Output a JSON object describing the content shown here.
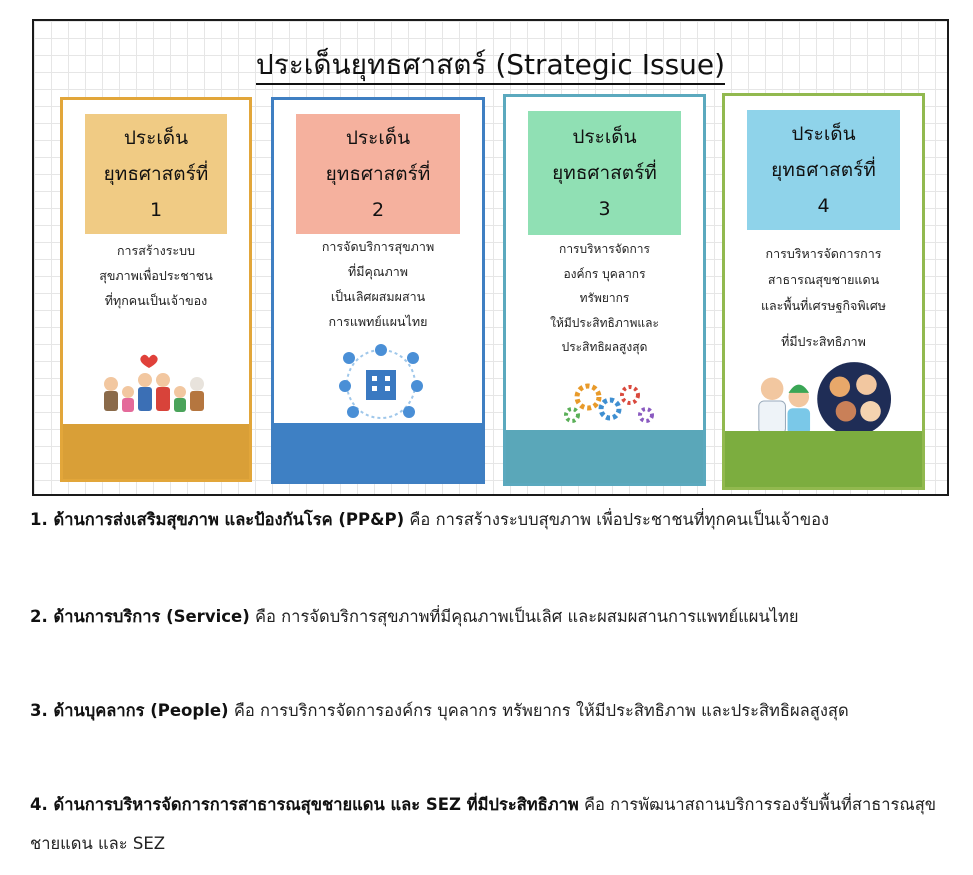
{
  "banner": {
    "title": "ประเด็นยุทธศาสตร์ (Strategic Issue)",
    "cards": [
      {
        "line1": "ประเด็น",
        "line2": "ยุทธศาสตร์ที่",
        "number": "1",
        "desc": [
          "การสร้างระบบ",
          "สุขภาพเพื่อประชาชน",
          "ที่ทุกคนเป็นเจ้าของ"
        ],
        "illustration": "family-icon"
      },
      {
        "line1": "ประเด็น",
        "line2": "ยุทธศาสตร์ที่",
        "number": "2",
        "desc": [
          "การจัดบริการสุขภาพ",
          "ที่มีคุณภาพ",
          "เป็นเลิศผสมผสาน",
          "การแพทย์แผนไทย"
        ],
        "illustration": "hospital-network-icon"
      },
      {
        "line1": "ประเด็น",
        "line2": "ยุทธศาสตร์ที่",
        "number": "3",
        "desc": [
          "การบริหารจัดการ",
          "องค์กร บุคลากร",
          "ทรัพยากร",
          "ให้มีประสิทธิภาพและ",
          "ประสิทธิผลสูงสุด"
        ],
        "illustration": "gears-icon"
      },
      {
        "line1": "ประเด็น",
        "line2": "ยุทธศาสตร์ที่",
        "number": "4",
        "desc": [
          "การบริหารจัดการการ",
          "สาธารณสุขชายแดน",
          "และพื้นที่เศรษฐกิจพิเศษ",
          "",
          "ที่มีประสิทธิภาพ"
        ],
        "illustration": "people-diversity-icon"
      }
    ],
    "colors": {
      "card1": "#e2a63a",
      "card2": "#3f7fc2",
      "card3": "#5ba9be",
      "card4": "#92b94f"
    }
  },
  "paragraphs": [
    {
      "bold": "1. ด้านการส่งเสริมสุขภาพ และป้องกันโรค (PP&P)",
      "rest": " คือ การสร้างระบบสุขภาพ เพื่อประชาชนที่ทุกคนเป็นเจ้าของ"
    },
    {
      "bold": "2. ด้านการบริการ (Service)",
      "rest": " คือ การจัดบริการสุขภาพที่มีคุณภาพเป็นเลิศ และผสมผสานการแพทย์แผนไทย"
    },
    {
      "bold": "3. ด้านบุคลากร (People)",
      "rest": " คือ การบริการจัดการองค์กร บุคลากร ทรัพยากร ให้มีประสิทธิภาพ และประสิทธิผลสูงสุด"
    },
    {
      "bold": "4. ด้านการบริหารจัดการการสาธารณสุขชายแดน และ SEZ ที่มีประสิทธิภาพ",
      "rest": " คือ การพัฒนาสถานบริการรองรับพื้นที่สาธารณสุขชายแดน และ SEZ"
    }
  ]
}
